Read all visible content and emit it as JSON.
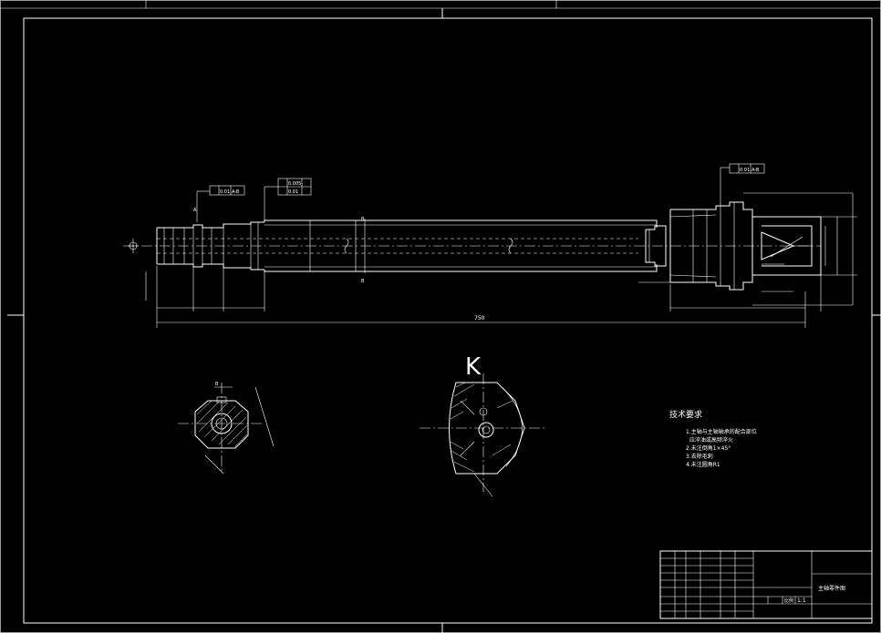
{
  "drawing": {
    "overall_dimension": "750",
    "gdt_frame_1": {
      "tolerance": "0.01",
      "datum": "A-B"
    },
    "gdt_frame_2": {
      "row1": "0.005",
      "row2": "0.01"
    },
    "gdt_frame_3": {
      "tolerance": "0.01",
      "datum": "A-B"
    },
    "section_letter": "B",
    "view_letter_k": "K",
    "label_a": "A",
    "label_b": "B"
  },
  "technical_requirements": {
    "title": "技术要求",
    "items": [
      "1.主轴与主轴轴承的配合部位",
      "  应淬油或高频淬火",
      "2.未注倒角1×45°",
      "3.去除毛刺",
      "4.未注圆角R1"
    ]
  },
  "title_block": {
    "drawing_name": "主轴零件图",
    "scale_label": "比例",
    "scale_value": "1:1"
  }
}
